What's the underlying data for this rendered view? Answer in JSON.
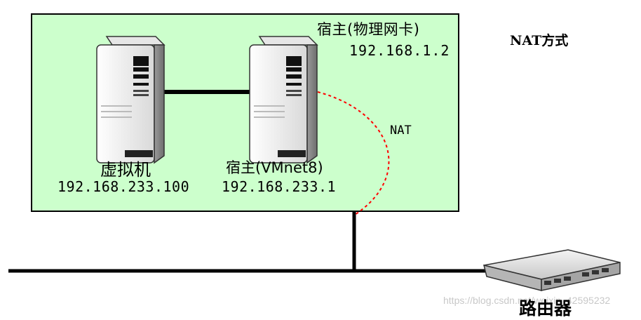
{
  "diagram": {
    "mode_title": "NAT方式",
    "host_box": {
      "title": "宿主(物理网卡)",
      "ip": "192.168.1.2"
    },
    "virtual_machine": {
      "name": "虚拟机",
      "ip": "192.168.233.100"
    },
    "host_vmnet8": {
      "name": "宿主(VMnet8)",
      "ip": "192.168.233.1"
    },
    "nat_link_label": "NAT",
    "router_label": "路由器",
    "watermark": "https://blog.csdn.net/weixin_42595232"
  },
  "colors": {
    "host_box_fill": "#ccffcc",
    "nat_link": "#ff0000",
    "line": "#000000"
  },
  "icons": [
    "server-icon",
    "router-icon"
  ]
}
